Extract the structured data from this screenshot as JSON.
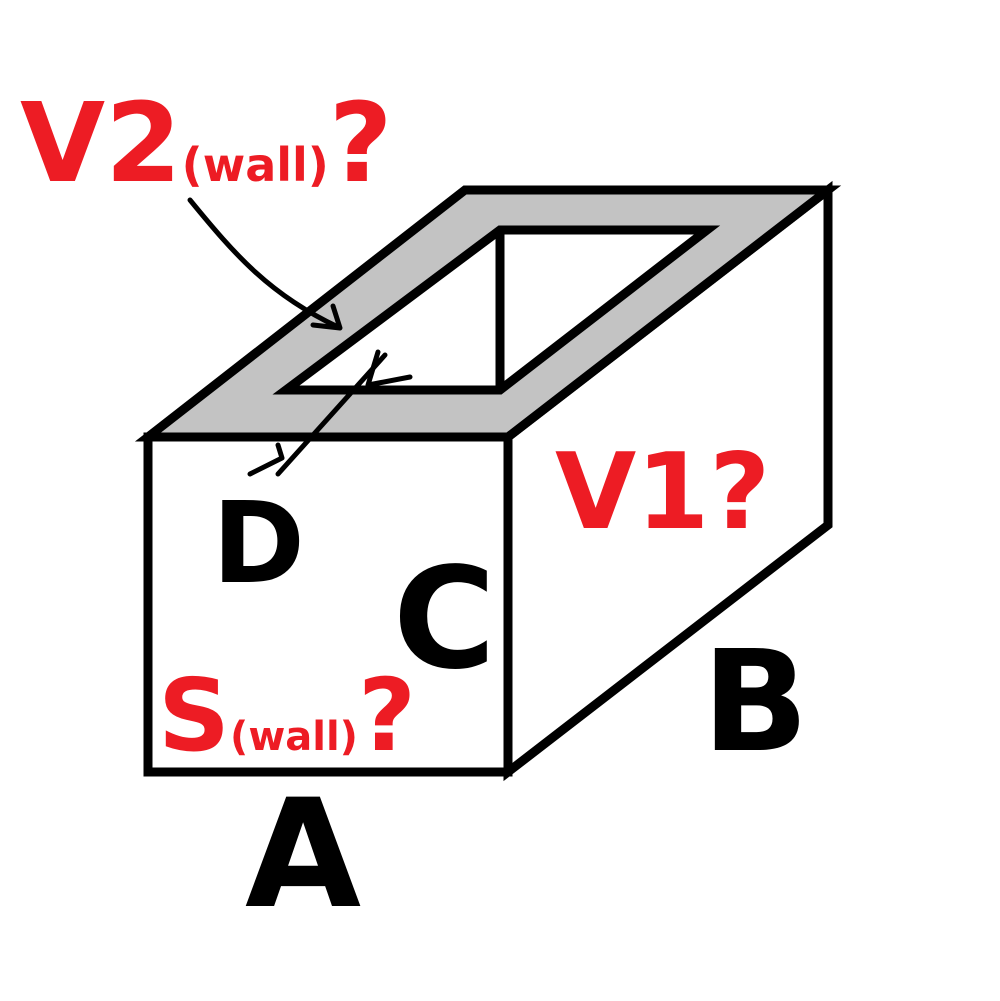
{
  "labels": {
    "a": "A",
    "b": "B",
    "c": "C",
    "d": "D",
    "v1": "V1?",
    "v2_main": "V2",
    "v2_sub": "(wall)",
    "v2_q": "?",
    "s_main": "S",
    "s_sub": "(wall)",
    "s_q": "?"
  },
  "colors": {
    "outline": "#000000",
    "wall_top": "#c3c3c3",
    "faces": "#ffffff",
    "question_labels": "#ed1c24",
    "dimension_labels": "#000000"
  }
}
